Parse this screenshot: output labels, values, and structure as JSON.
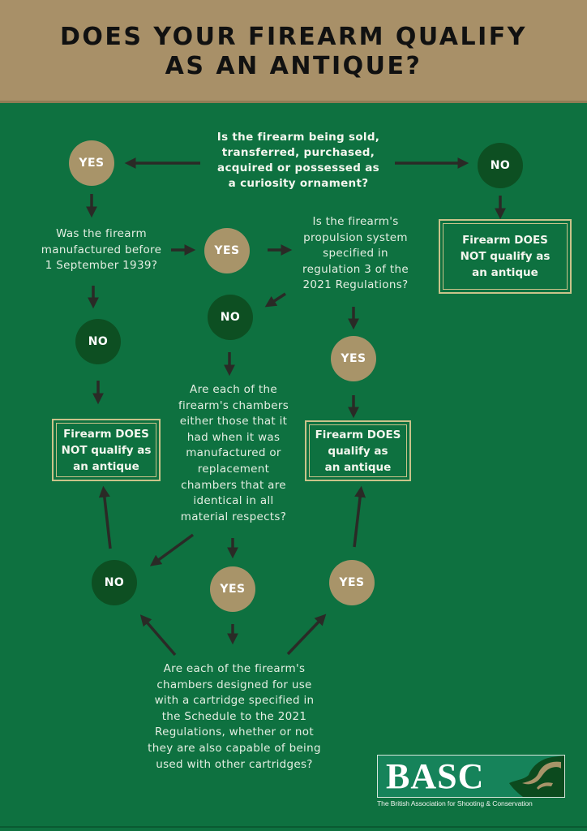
{
  "header": {
    "title_line1": "DOES YOUR FIREARM QUALIFY",
    "title_line2": "AS AN ANTIQUE?"
  },
  "colors": {
    "header_bg": "#A89068",
    "body_bg": "#0E7140",
    "yes_circle": "#A89469",
    "no_circle": "#0D4F22",
    "outcome_border": "#C9C38A",
    "arrow": "#2A2A26"
  },
  "questions": {
    "q1": [
      "Is the firearm being sold,",
      "transferred, purchased,",
      "acquired or possessed as",
      "a curiosity ornament?"
    ],
    "q2": [
      "Was the firearm",
      "manufactured before",
      "1 September 1939?"
    ],
    "q3": [
      "Is the firearm's",
      "propulsion system",
      "specified in",
      "regulation 3 of the",
      "2021 Regulations?"
    ],
    "q4": [
      "Are each of the",
      "firearm's chambers",
      "either those that it",
      "had when it was",
      "manufactured or",
      "replacement",
      "chambers that are",
      "identical in all",
      "material respects?"
    ],
    "q5": [
      "Are each of the firearm's",
      "chambers designed for use",
      "with a cartridge specified in",
      "the Schedule to the 2021",
      "Regulations, whether or not",
      "they are also capable of being",
      "used with other cartridges?"
    ]
  },
  "nodes": {
    "yes1": "YES",
    "no1": "NO",
    "yes2": "YES",
    "no2": "NO",
    "no3": "NO",
    "yes3": "YES",
    "no4": "NO",
    "yes4": "YES",
    "yes5": "YES"
  },
  "outcomes": {
    "not_antique_top": [
      "Firearm DOES",
      "NOT qualify as",
      "an antique"
    ],
    "not_antique_left": [
      "Firearm DOES",
      "NOT qualify as",
      "an antique"
    ],
    "is_antique": [
      "Firearm DOES",
      "qualify as",
      "an antique"
    ]
  },
  "logo": {
    "brand": "BASC",
    "tagline": "The British Association for Shooting & Conservation",
    "icon": "duck-head-icon"
  },
  "flow_edges": [
    {
      "from": "q1",
      "to": "yes1"
    },
    {
      "from": "q1",
      "to": "no1"
    },
    {
      "from": "yes1",
      "to": "q2"
    },
    {
      "from": "no1",
      "to": "not_antique_top"
    },
    {
      "from": "q2",
      "to": "yes2"
    },
    {
      "from": "q2",
      "to": "no2"
    },
    {
      "from": "no2",
      "to": "not_antique_left"
    },
    {
      "from": "yes2",
      "to": "q3"
    },
    {
      "from": "q3",
      "to": "no3"
    },
    {
      "from": "q3",
      "to": "yes3"
    },
    {
      "from": "yes3",
      "to": "is_antique"
    },
    {
      "from": "no3",
      "to": "q4"
    },
    {
      "from": "q4",
      "to": "no4"
    },
    {
      "from": "q4",
      "to": "yes4"
    },
    {
      "from": "no4",
      "to": "not_antique_left"
    },
    {
      "from": "yes4",
      "to": "q5"
    },
    {
      "from": "q5",
      "to": "no4"
    },
    {
      "from": "q5",
      "to": "yes5"
    },
    {
      "from": "yes5",
      "to": "is_antique"
    }
  ]
}
